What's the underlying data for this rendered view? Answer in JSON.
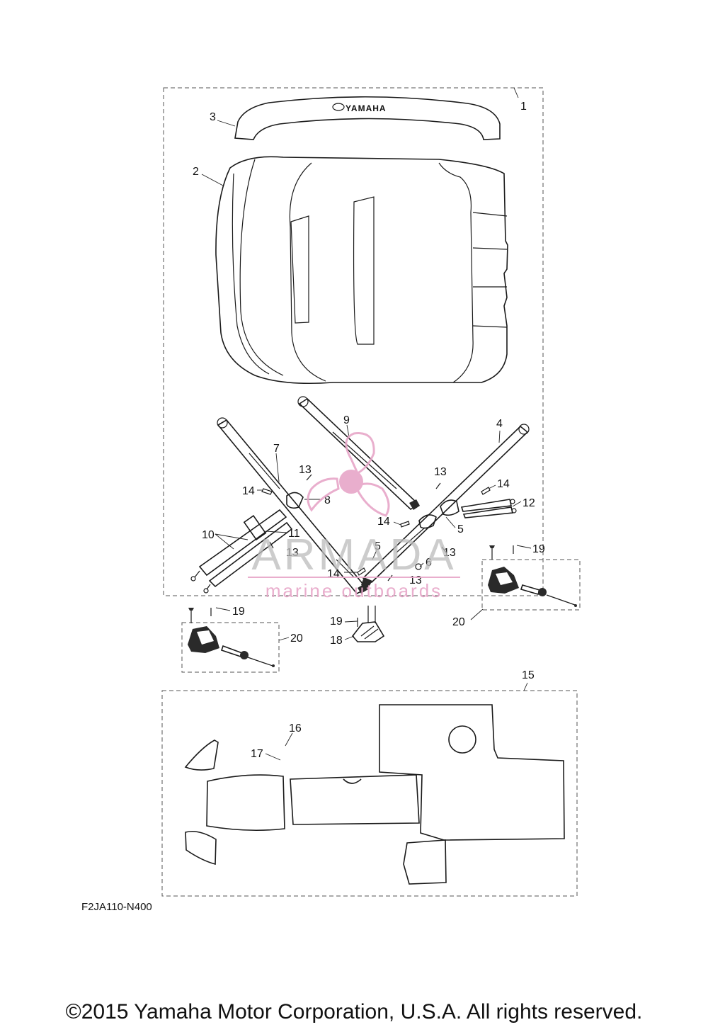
{
  "diagram": {
    "ref_code": "F2JA110-N400",
    "copyright": "©2015 Yamaha Motor Corporation, U.S.A. All rights reserved.",
    "brand_text": "YAMAHA",
    "callouts": [
      "1",
      "2",
      "3",
      "4",
      "5",
      "5",
      "6",
      "7",
      "8",
      "9",
      "10",
      "11",
      "12",
      "13",
      "13",
      "13",
      "13",
      "13",
      "14",
      "14",
      "14",
      "14",
      "15",
      "16",
      "17",
      "18",
      "19",
      "19",
      "19",
      "20",
      "20"
    ]
  },
  "watermark": {
    "name": "ARMADA",
    "tagline": "marine outboards",
    "color": "#e7a6c8"
  }
}
